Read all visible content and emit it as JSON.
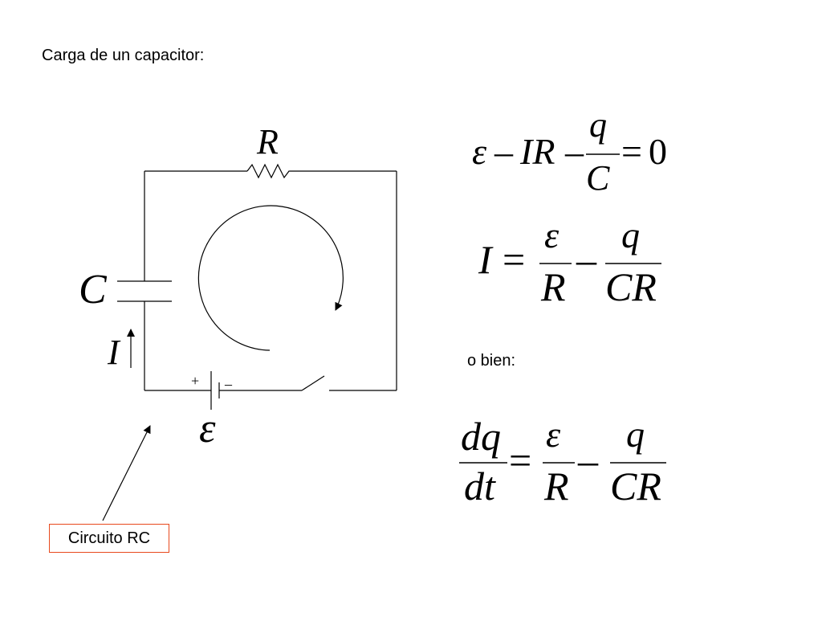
{
  "slide": {
    "title": "Carga de un capacitor:",
    "note": "o bien:",
    "callout": "Circuito RC"
  },
  "circuit": {
    "resistor_label": "R",
    "capacitor_label": "C",
    "current_label": "I",
    "emf_label": "ε",
    "plus_sign": "+",
    "minus_sign": "–"
  },
  "equations": {
    "eq1": {
      "emf": "ε",
      "minus1": "–",
      "ir": "IR",
      "minus2": "–",
      "num": "q",
      "den": "C",
      "equals": "=",
      "rhs": "0"
    },
    "eq2": {
      "lhs": "I",
      "equals": "=",
      "num1": "ε",
      "den1": "R",
      "minus": "–",
      "num2": "q",
      "den2": "CR"
    },
    "eq3": {
      "lhs_num": "dq",
      "lhs_den": "dt",
      "equals": "=",
      "num1": "ε",
      "den1": "R",
      "minus": "–",
      "num2": "q",
      "den2": "CR"
    }
  },
  "colors": {
    "callout_border": "#e8491d",
    "ink": "#000000"
  }
}
